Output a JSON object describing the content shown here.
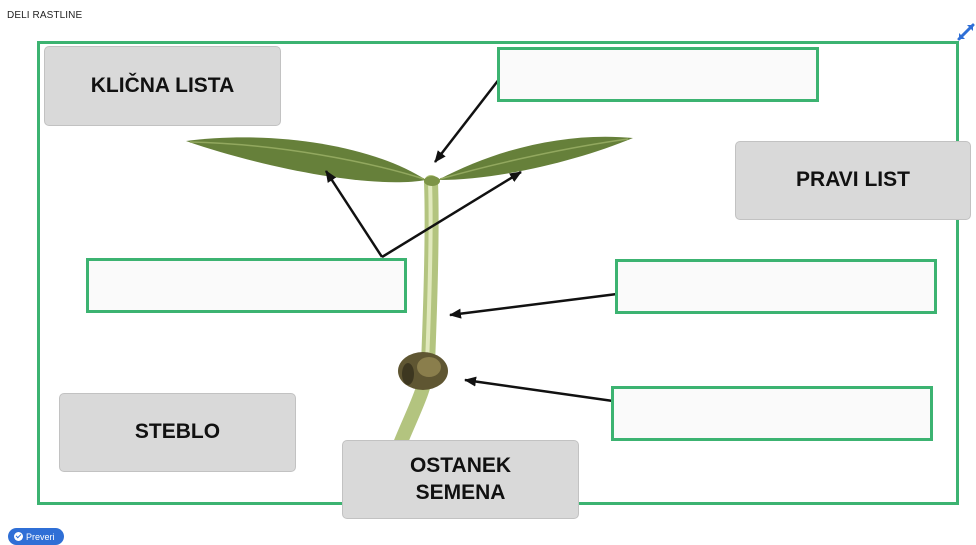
{
  "title": "DELI RASTLINE",
  "icons": {
    "expand": "expand-arrows-icon",
    "check": "check-circle-icon"
  },
  "colors": {
    "accent": "#3cb371",
    "button": "#2f6fd6",
    "label_bg": "#d9d9d9"
  },
  "labels": {
    "klicna_lista": "KLIČNA LISTA",
    "pravi_list": "PRAVI LIST",
    "steblo": "STEBLO",
    "ostanek_semena_line1": "OSTANEK",
    "ostanek_semena_line2": "SEMENA"
  },
  "drop_zones": [
    {
      "id": "top",
      "value": ""
    },
    {
      "id": "left-middle",
      "value": ""
    },
    {
      "id": "right-middle",
      "value": ""
    },
    {
      "id": "right-bottom",
      "value": ""
    }
  ],
  "check_button": {
    "label": "Preveri"
  }
}
